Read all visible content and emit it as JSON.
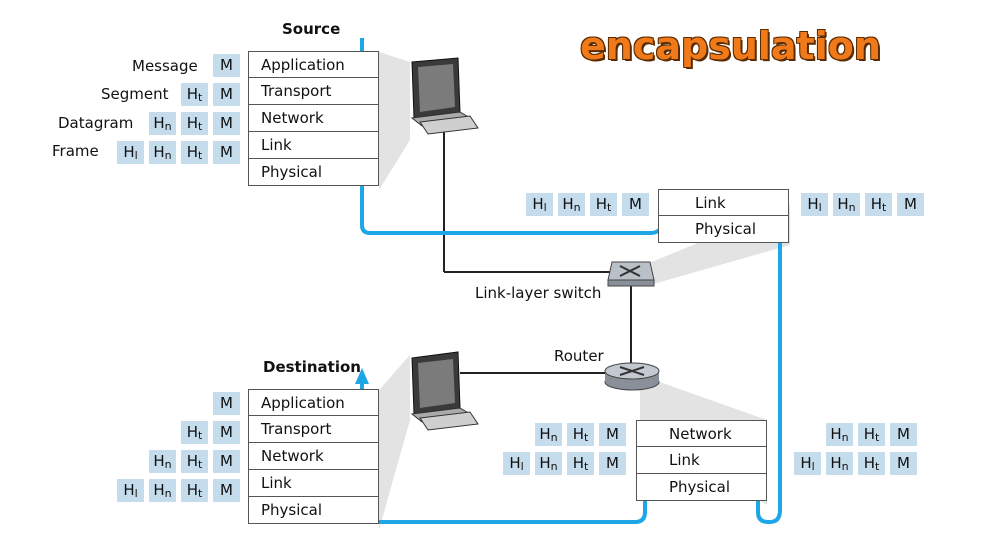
{
  "title": "encapsulation",
  "source": {
    "label": "Source",
    "layers": [
      "Application",
      "Transport",
      "Network",
      "Link",
      "Physical"
    ],
    "pdu_names": [
      "Message",
      "Segment",
      "Datagram",
      "Frame"
    ]
  },
  "destination": {
    "label": "Destination",
    "layers": [
      "Application",
      "Transport",
      "Network",
      "Link",
      "Physical"
    ]
  },
  "switch": {
    "label": "Link-layer switch",
    "layers": [
      "Link",
      "Physical"
    ]
  },
  "router": {
    "label": "Router",
    "layers": [
      "Network",
      "Link",
      "Physical"
    ]
  },
  "headers": {
    "H": "H",
    "l": "l",
    "n": "n",
    "t": "t",
    "M": "M"
  }
}
